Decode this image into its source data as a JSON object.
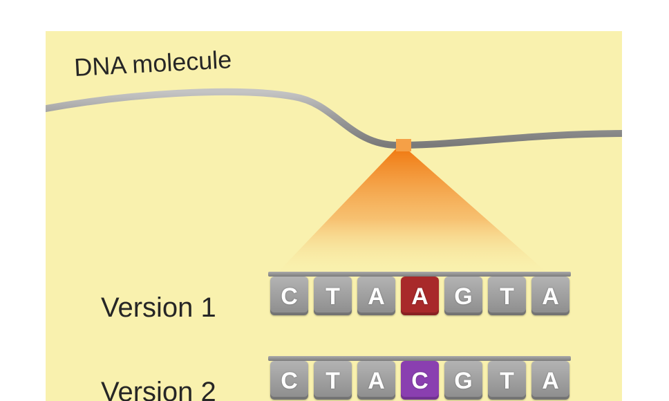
{
  "title": "DNA molecule",
  "versions": [
    {
      "label": "Version 1",
      "bases": [
        "C",
        "T",
        "A",
        "A",
        "G",
        "T",
        "A"
      ],
      "highlight_index": 3,
      "highlight_color": "#a8292a"
    },
    {
      "label": "Version 2",
      "bases": [
        "C",
        "T",
        "A",
        "C",
        "G",
        "T",
        "A"
      ],
      "highlight_index": 3,
      "highlight_color": "#8a3fb0"
    }
  ],
  "colors": {
    "background": "#f9f1ae",
    "strand": "#9a9a9a",
    "snp_marker": "#f5a047",
    "tile": "#9c9c9c"
  }
}
